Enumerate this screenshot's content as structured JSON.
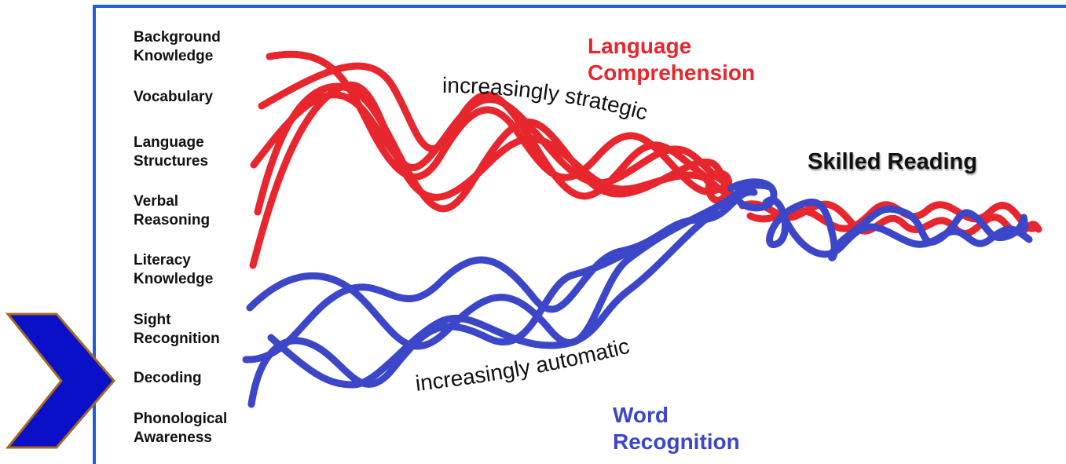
{
  "strand_labels": [
    "Background\nKnowledge",
    "Vocabulary",
    "Language\nStructures",
    "Verbal\nReasoning",
    "Literacy\nKnowledge",
    "Sight\nRecognition",
    "Decoding",
    "Phonological\nAwareness"
  ],
  "language_comprehension": {
    "heading": "Language\nComprehension",
    "annotation": "increasingly strategic",
    "color": "#e8262d"
  },
  "word_recognition": {
    "heading": "Word\nRecognition",
    "annotation": "increasingly automatic",
    "color": "#3c46c9"
  },
  "result_label": "Skilled Reading",
  "icons": {
    "chevron": "chevron-right-icon"
  },
  "colors": {
    "frame_border": "#1f5fd6",
    "chevron_fill": "#0a10c8",
    "chevron_outline": "#a5691f"
  }
}
